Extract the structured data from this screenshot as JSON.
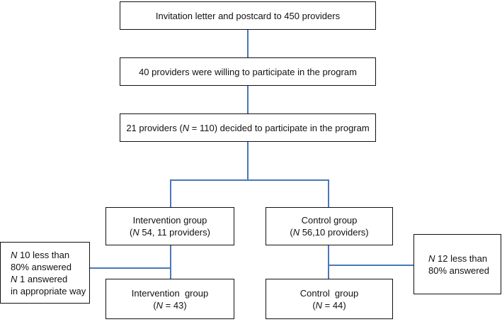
{
  "boxes": {
    "invitation": {
      "text": "Invitation letter and postcard to 450 providers"
    },
    "willing": {
      "text": "40 providers were willing to participate in the program"
    },
    "decided": {
      "pre": "21 providers (",
      "n": "N",
      "post": " = 110) decided to participate in the program"
    },
    "intervention_start": {
      "line1": "Intervention group",
      "line2_n": "N",
      "line2_rest": " 54, 11 providers)",
      "line2_open": "("
    },
    "control_start": {
      "line1": "Control group",
      "line2_open": "(",
      "line2_n": "N",
      "line2_rest": " 56,10 providers)"
    },
    "intervention_excluded": {
      "l1_n": "N",
      "l1_rest": " 10 less than",
      "l2": "80% answered",
      "l3_n": "N",
      "l3_rest": " 1 answered",
      "l4": "in appropriate way"
    },
    "control_excluded": {
      "l1_n": "N",
      "l1_rest": " 12 less than",
      "l2": "80% answered"
    },
    "intervention_end": {
      "line1": "Intervention  group",
      "line2_open": "(",
      "line2_n": "N",
      "line2_rest": " = 43)"
    },
    "control_end": {
      "line1": "Control  group",
      "line2_open": "(",
      "line2_n": "N",
      "line2_rest": " = 44)"
    }
  },
  "colors": {
    "connector": "#4a78b5",
    "border": "#111111"
  }
}
